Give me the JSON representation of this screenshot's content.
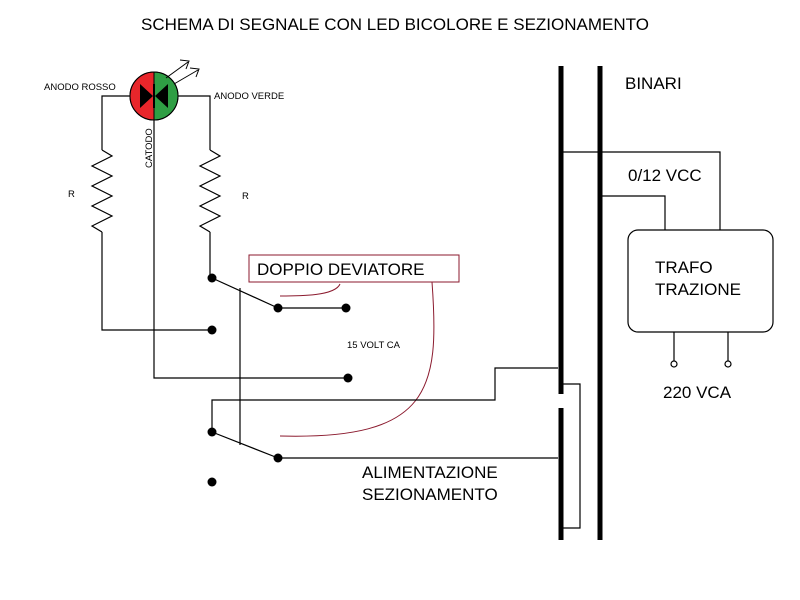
{
  "title": "SCHEMA DI SEGNALE CON LED BICOLORE E SEZIONAMENTO",
  "labels": {
    "anodo_rosso": "ANODO ROSSO",
    "anodo_verde": "ANODO VERDE",
    "catodo": "CATODO",
    "resistor_left": "R",
    "resistor_right": "R",
    "doppio_deviatore": "DOPPIO DEVIATORE",
    "volt_ca": "15 VOLT CA",
    "binari": "BINARI",
    "vcc": "0/12 VCC",
    "trafo_line1": "TRAFO",
    "trafo_line2": "TRAZIONE",
    "vca": "220 VCA",
    "alimentazione_line1": "ALIMENTAZIONE",
    "alimentazione_line2": "SEZIONAMENTO"
  },
  "colors": {
    "led_red": "#e8262b",
    "led_green": "#2f9e44",
    "deviatore_border": "#8b1a2e",
    "mech_link": "#8b1a2e",
    "line": "#000000"
  }
}
